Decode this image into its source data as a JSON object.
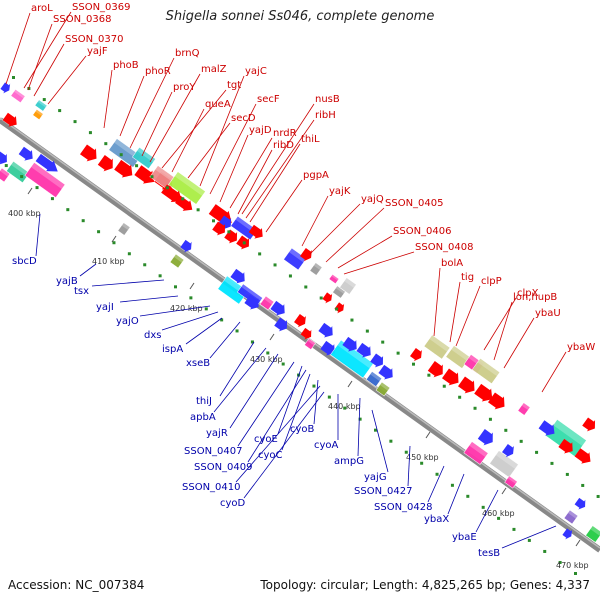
{
  "title": "Shigella sonnei Ss046, complete genome",
  "footer": {
    "accession": "Accession: NC_007384",
    "topology": "Topology: circular; Length: 4,825,265 bp; Genes: 4,337"
  },
  "colors": {
    "top_labels": "#cc0000",
    "bottom_labels": "#0000aa",
    "backbone": "#888888",
    "tick": "#2a8a2a"
  },
  "ticks": [
    "400 kbp",
    "410 kbp",
    "420 kbp",
    "430 kbp",
    "440 kbp",
    "450 kbp",
    "460 kbp",
    "470 kbp"
  ],
  "top_labels": [
    "aroL",
    "SSON_0369",
    "SSON_0368",
    "SSON_0370",
    "yajF",
    "phoB",
    "phoR",
    "brnQ",
    "proY",
    "malZ",
    "tgt",
    "queA",
    "yajC",
    "secD",
    "secF",
    "yajD",
    "nrdR",
    "ribD",
    "nusB",
    "ribH",
    "thiL",
    "pgpA",
    "yajK",
    "yajQ",
    "SSON_0405",
    "SSON_0406",
    "SSON_0408",
    "bolA",
    "tig",
    "clpP",
    "clpX",
    "lon,hupB",
    "ybaU",
    "ybaW"
  ],
  "bottom_labels": [
    "sbcD",
    "yajB",
    "tsx",
    "yajI",
    "yajO",
    "dxs",
    "ispA",
    "xseB",
    "thiJ",
    "apbA",
    "yajR",
    "SSON_0407",
    "cyoE",
    "SSON_0409",
    "cyoC",
    "cyoB",
    "SSON_0410",
    "cyoD",
    "cyoA",
    "ampG",
    "yajG",
    "SSON_0427",
    "SSON_0428",
    "ybaX",
    "ybaE",
    "tesB"
  ]
}
